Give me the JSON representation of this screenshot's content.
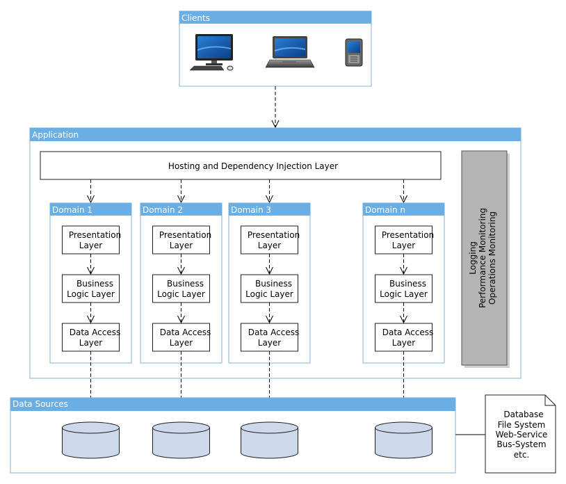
{
  "colors": {
    "header_blue": "#6aaee3",
    "border_blue": "#7fb2d6",
    "side_panel_gray": "#b4b4b4",
    "db_fill": "#cdd8ea",
    "db_stroke": "#1d1d1d"
  },
  "clients": {
    "title": "Clients",
    "icons": [
      "desktop-computer-icon",
      "laptop-icon",
      "mobile-phone-icon"
    ]
  },
  "application": {
    "title": "Application",
    "hosting_layer": "Hosting and Dependency Injection Layer",
    "domains": [
      {
        "title": "Domain 1",
        "presentation": [
          "Presentation",
          "Layer"
        ],
        "business": [
          "Business",
          "Logic Layer"
        ],
        "data": [
          "Data Access",
          "Layer"
        ]
      },
      {
        "title": "Domain 2",
        "presentation": [
          "Presentation",
          "Layer"
        ],
        "business": [
          "Business",
          "Logic Layer"
        ],
        "data": [
          "Data Access",
          "Layer"
        ]
      },
      {
        "title": "Domain 3",
        "presentation": [
          "Presentation",
          "Layer"
        ],
        "business": [
          "Business",
          "Logic Layer"
        ],
        "data": [
          "Data Access",
          "Layer"
        ]
      },
      {
        "title": "Domain n",
        "presentation": [
          "Presentation",
          "Layer"
        ],
        "business": [
          "Business",
          "Logic Layer"
        ],
        "data": [
          "Data Access",
          "Layer"
        ]
      }
    ],
    "side_panel": [
      "Logging",
      "Performance Monitoring",
      "Operations Monitoring"
    ]
  },
  "data_sources": {
    "title": "Data Sources",
    "databases": [
      "database-icon",
      "database-icon",
      "database-icon",
      "database-icon"
    ]
  },
  "note": {
    "lines": [
      "Database",
      "File System",
      "Web-Service",
      "Bus-System",
      "etc."
    ]
  }
}
